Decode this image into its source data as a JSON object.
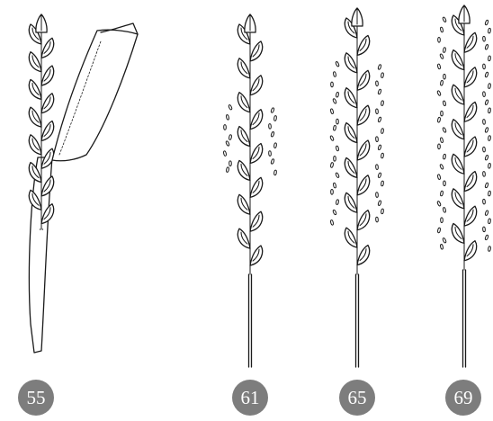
{
  "stages": [
    {
      "code": "55",
      "anthers": "none"
    },
    {
      "code": "61",
      "anthers": "middle"
    },
    {
      "code": "65",
      "anthers": "spreading"
    },
    {
      "code": "69",
      "anthers": "whole-ear"
    }
  ],
  "colors": {
    "ink": "#1a1a1a",
    "badge": "#7d7d7d",
    "badge_text": "#ffffff"
  }
}
